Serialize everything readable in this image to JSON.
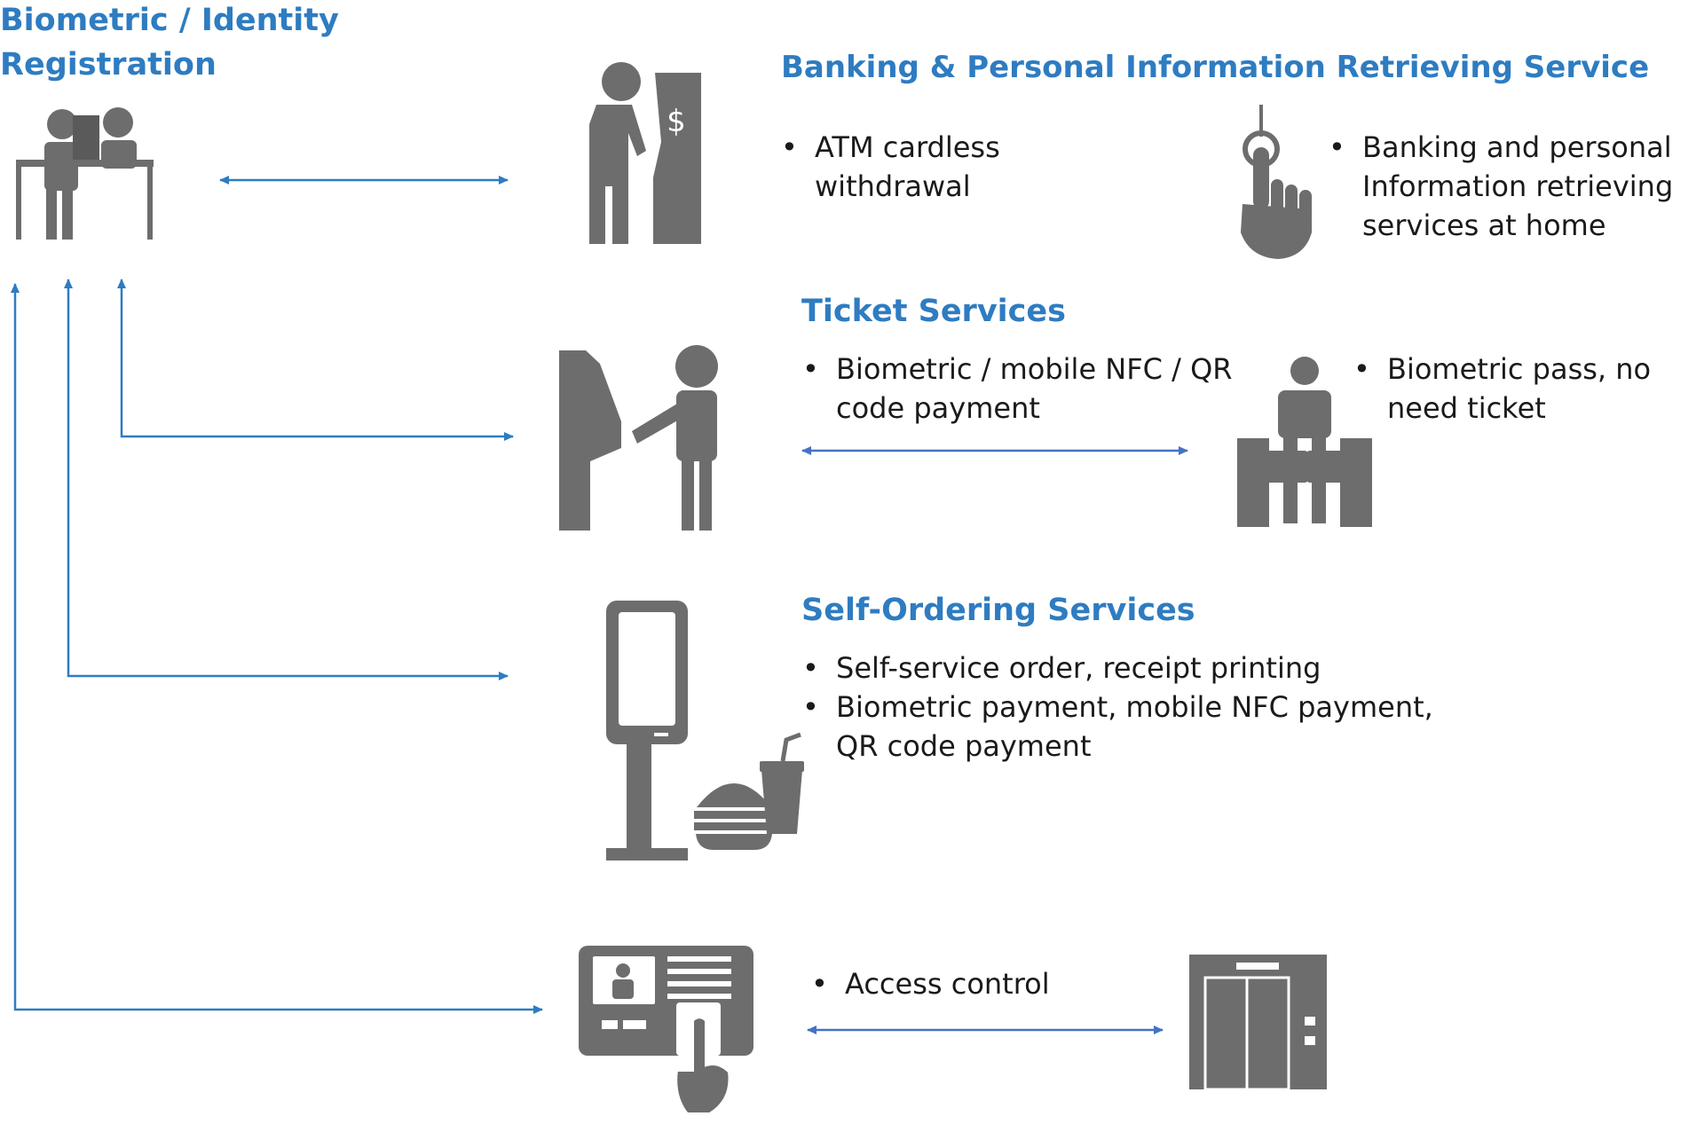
{
  "registration": {
    "title_line1": "Biometric / Identity",
    "title_line2": "Registration"
  },
  "sections": {
    "banking": {
      "title": "Banking & Personal Information Retrieving Service",
      "left_bullets": [
        "ATM cardless withdrawal"
      ],
      "right_bullets": [
        "Banking and personal Information retrieving services at home"
      ]
    },
    "ticket": {
      "title": "Ticket Services",
      "left_bullets": [
        "Biometric / mobile NFC / QR code payment"
      ],
      "right_bullets": [
        "Biometric pass, no need ticket"
      ]
    },
    "ordering": {
      "title": "Self-Ordering Services",
      "bullets": [
        "Self-service order, receipt printing",
        "Biometric payment, mobile NFC payment, QR code payment"
      ]
    },
    "access": {
      "bullets": [
        "Access control"
      ]
    }
  },
  "icons": [
    "registration-desk-icon",
    "atm-user-icon",
    "touch-finger-icon",
    "ticket-machine-icon",
    "turnstile-gate-icon",
    "ordering-kiosk-icon",
    "fast-food-icon",
    "access-panel-icon",
    "elevator-icon"
  ],
  "colors": {
    "accent": "#2e7cc1",
    "connector": "#2e7cc1",
    "double_arrow": "#4472c4",
    "icon": "#6d6d6d"
  }
}
